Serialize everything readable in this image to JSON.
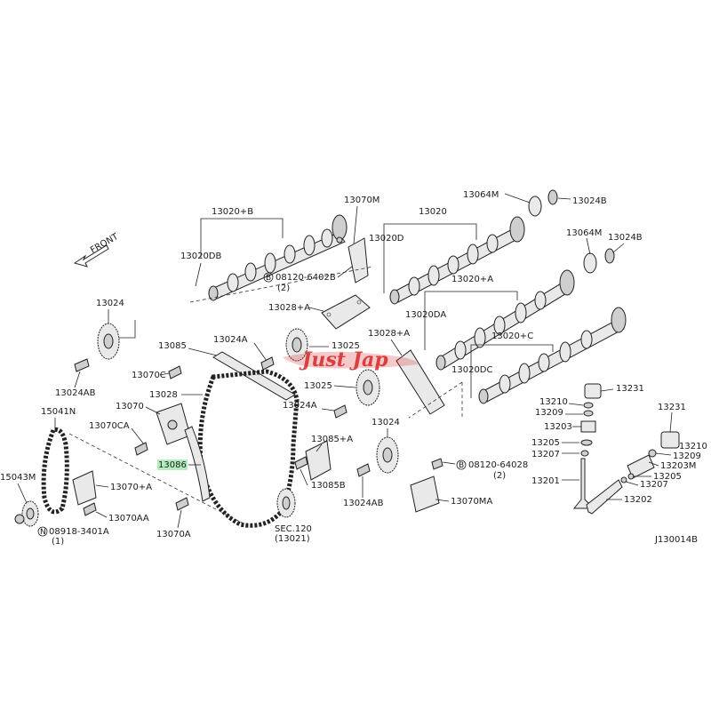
{
  "labels": {
    "front": "FRONT",
    "p13070M": "13070M",
    "p13020B": "13020+B",
    "p13020DB": "13020DB",
    "p08120_6402B_top": "08120-6402B",
    "qty2_top": "(2)",
    "p13020": "13020",
    "p13020D": "13020D",
    "p13064M_top": "13064M",
    "p13024B_top": "13024B",
    "p13024B_right": "13024B",
    "p13064M_right": "13064M",
    "p13020A": "13020+A",
    "p13020DA": "13020DA",
    "p13020C": "13020+C",
    "p13020DC": "13020DC",
    "p13024": "13024",
    "p13028A_top": "13028+A",
    "p13024A_top": "13024A",
    "p13025_top": "13025",
    "p13028A_mid": "13028+A",
    "p13085": "13085",
    "p13070C": "13070C",
    "p13024AB_left": "13024AB",
    "p13028": "13028",
    "p13070": "13070",
    "p15041N": "15041N",
    "p13070CA": "13070CA",
    "p13086": "13086",
    "p15043M": "15043M",
    "p13070A_plus": "13070+A",
    "p13070AA": "13070AA",
    "p08918_3401A": "08918-3401A",
    "qty1": "(1)",
    "p13070A": "13070A",
    "p13024A_mid": "13024A",
    "p13025_mid": "13025",
    "p13024_mid": "13024",
    "p13085A": "13085+A",
    "p13085B": "13085B",
    "p13024AB_mid": "13024AB",
    "sec120": "SEC.120",
    "sec120_sub": "(13021)",
    "p08120_64028_mid": "08120-64028",
    "qty2_mid": "(2)",
    "p13070MA": "13070MA",
    "p13231_top": "13231",
    "p13210_left": "13210",
    "p13209_left": "13209",
    "p13203_left": "13203",
    "p13205_left": "13205",
    "p13207_left": "13207",
    "p13201": "13201",
    "p13231_right": "13231",
    "p13210_right": "13210",
    "p13203M": "13203M",
    "p13209_right": "13209",
    "p13205_right": "13205",
    "p13207_right": "13207",
    "p13202": "13202",
    "diagram_id": "J130014B",
    "watermark": "Just Jap"
  },
  "marks": {
    "circled_B": "B",
    "circled_N": "N"
  },
  "colors": {
    "highlight": "#22cc44",
    "watermark": "#d62828",
    "ink": "#1a1a1a"
  }
}
